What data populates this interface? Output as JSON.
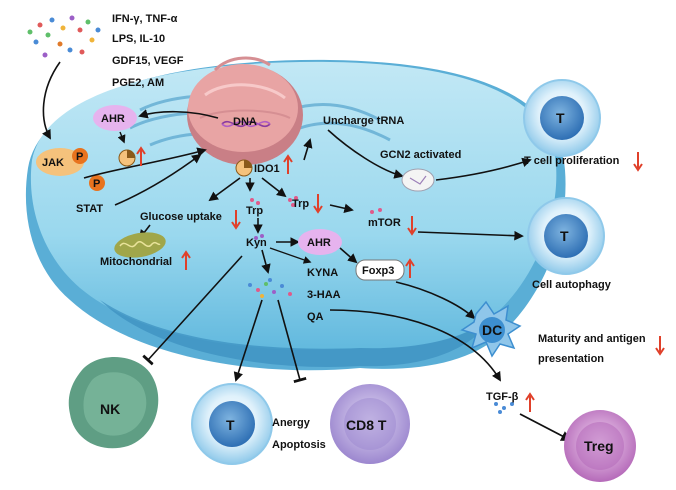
{
  "stimuli": {
    "line1": "IFN-γ,  TNF-α",
    "line2": "LPS,  IL-10",
    "line3": "GDF15,  VEGF",
    "line4": "PGE2,  AM"
  },
  "cell": {
    "dna": "DNA",
    "ahr_top": "AHR",
    "jak": "JAK",
    "p1": "P",
    "p2": "P",
    "stat": "STAT",
    "ido1": "IDO1",
    "trp_right": "Trp",
    "trp_center": "Trp",
    "kyn": "Kyn",
    "ahr_mid": "AHR",
    "kyna": "KYNA",
    "haa": "3-HAA",
    "qa": "QA",
    "foxp3": "Foxp3",
    "glucose": "Glucose uptake",
    "mito": "Mitochondrial",
    "mtor": "mTOR",
    "uncharged": "Uncharge tRNA",
    "gcn2": "GCN2 activated"
  },
  "outcomes": {
    "t_prolif_cell": "T",
    "t_prolif": "T cell proliferation",
    "t_auto_cell": "T",
    "t_auto": "Cell autophagy",
    "dc": "DC",
    "dc_text1": "Maturity and antigen",
    "dc_text2": "presentation",
    "tgf": "TGF-β",
    "treg": "Treg",
    "nk": "NK",
    "t_bottom": "T",
    "anergy": "Anergy",
    "apoptosis": "Apoptosis",
    "cd8": "CD8 T"
  },
  "colors": {
    "cell_body": "#7ccdea",
    "cell_top": "#a6def0",
    "cell_rim": "#3a9dc6",
    "nucleus": "#e8a4a4",
    "ahr": "#e6b3ee",
    "jak": "#f5c27c",
    "phospho": "#e8731e",
    "t_cell": "#bfe4f7",
    "treg": "#c77fc7",
    "nk": "#5f9e84",
    "cd8": "#b6a5dc",
    "dc": "#3d8fd0",
    "arrow_red": "#e0402a"
  }
}
